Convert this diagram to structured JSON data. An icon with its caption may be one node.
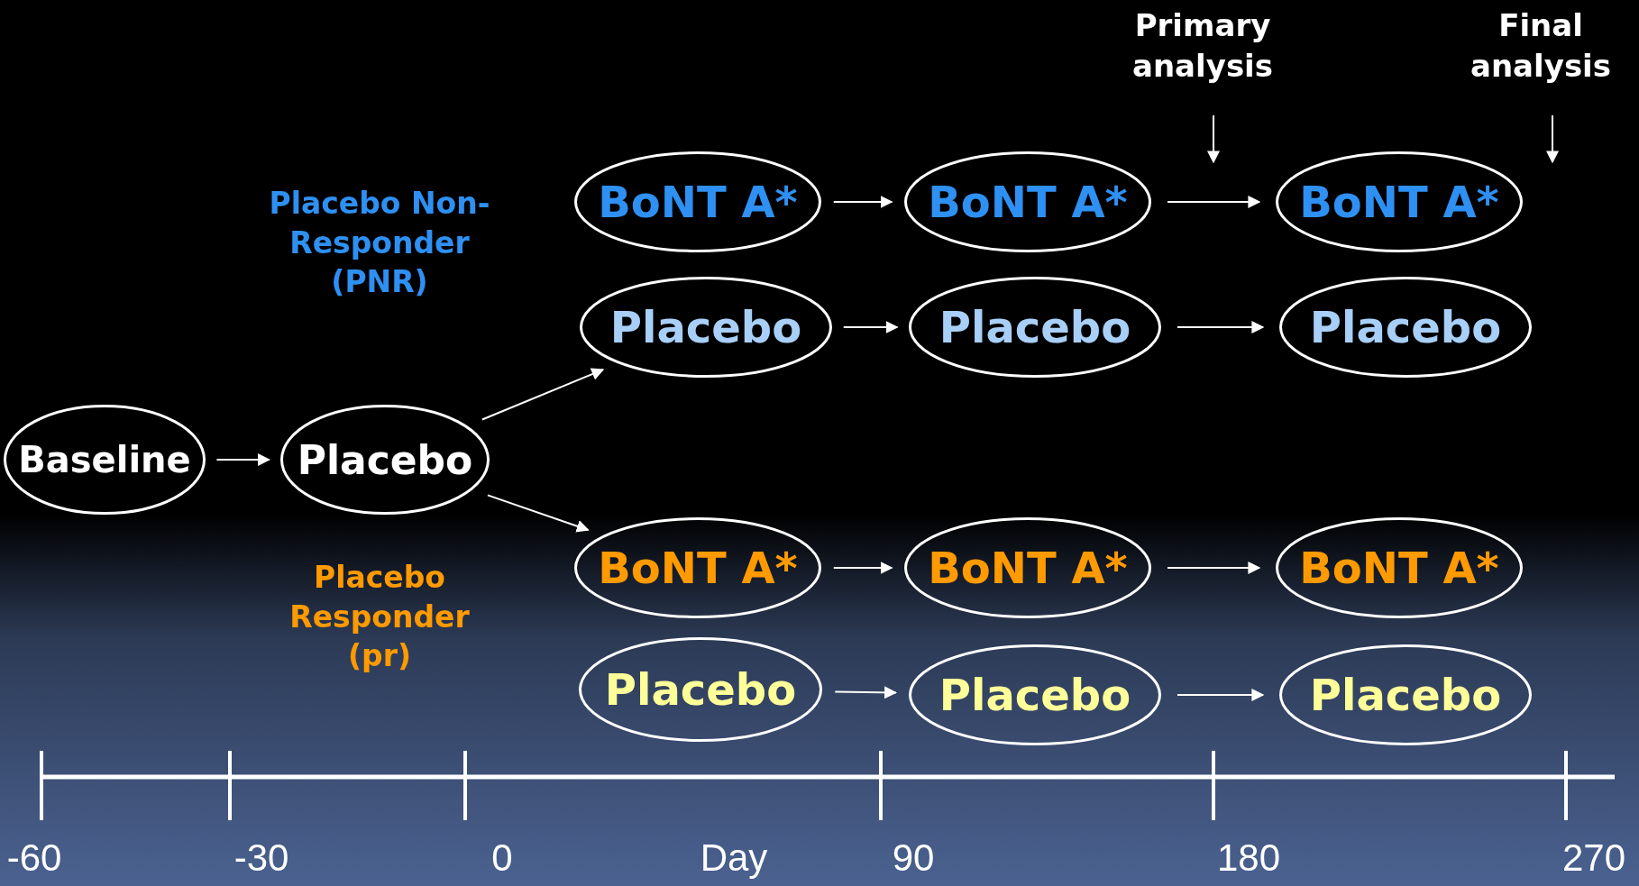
{
  "diagram": {
    "nodes": [
      {
        "text": [
          "Baseline"
        ]
      },
      {
        "text": [
          "Placebo"
        ]
      },
      {
        "text": [
          "BoNT A*"
        ]
      },
      {
        "text": [
          "Placebo"
        ]
      },
      {
        "text": [
          "BoNT A*"
        ]
      },
      {
        "text": [
          "Placebo"
        ]
      },
      {
        "text": [
          "BoNT A*"
        ]
      },
      {
        "text": [
          "Placebo"
        ]
      },
      {
        "text": [
          "BoNT A*"
        ]
      },
      {
        "text": [
          "Placebo"
        ]
      },
      {
        "text": [
          "BoNT A*"
        ]
      },
      {
        "text": [
          "Placebo"
        ]
      },
      {
        "text": [
          "BoNT A*"
        ]
      },
      {
        "text": [
          "Placebo"
        ]
      }
    ],
    "edges": [
      {
        "from": 0,
        "to": 1,
        "arrow": "to"
      },
      {
        "from": 1,
        "to": 3,
        "arrow": "to"
      },
      {
        "from": 1,
        "to": 8,
        "arrow": "to"
      },
      {
        "from": 2,
        "to": 4,
        "arrow": "to"
      },
      {
        "from": 4,
        "to": 6,
        "arrow": "to"
      },
      {
        "from": 3,
        "to": 5,
        "arrow": "to"
      },
      {
        "from": 5,
        "to": 7,
        "arrow": "to"
      },
      {
        "from": 8,
        "to": 10,
        "arrow": "to"
      },
      {
        "from": 10,
        "to": 12,
        "arrow": "to"
      },
      {
        "from": 9,
        "to": 11,
        "arrow": "to"
      },
      {
        "from": 11,
        "to": 13,
        "arrow": "to"
      }
    ],
    "labels": [
      "Primary analysis",
      "Final analysis",
      "Placebo Non-Responder (PNR)",
      "Placebo Responder (pr)",
      "-60",
      "-30",
      "0",
      "Day",
      "90",
      "180",
      "270"
    ]
  }
}
